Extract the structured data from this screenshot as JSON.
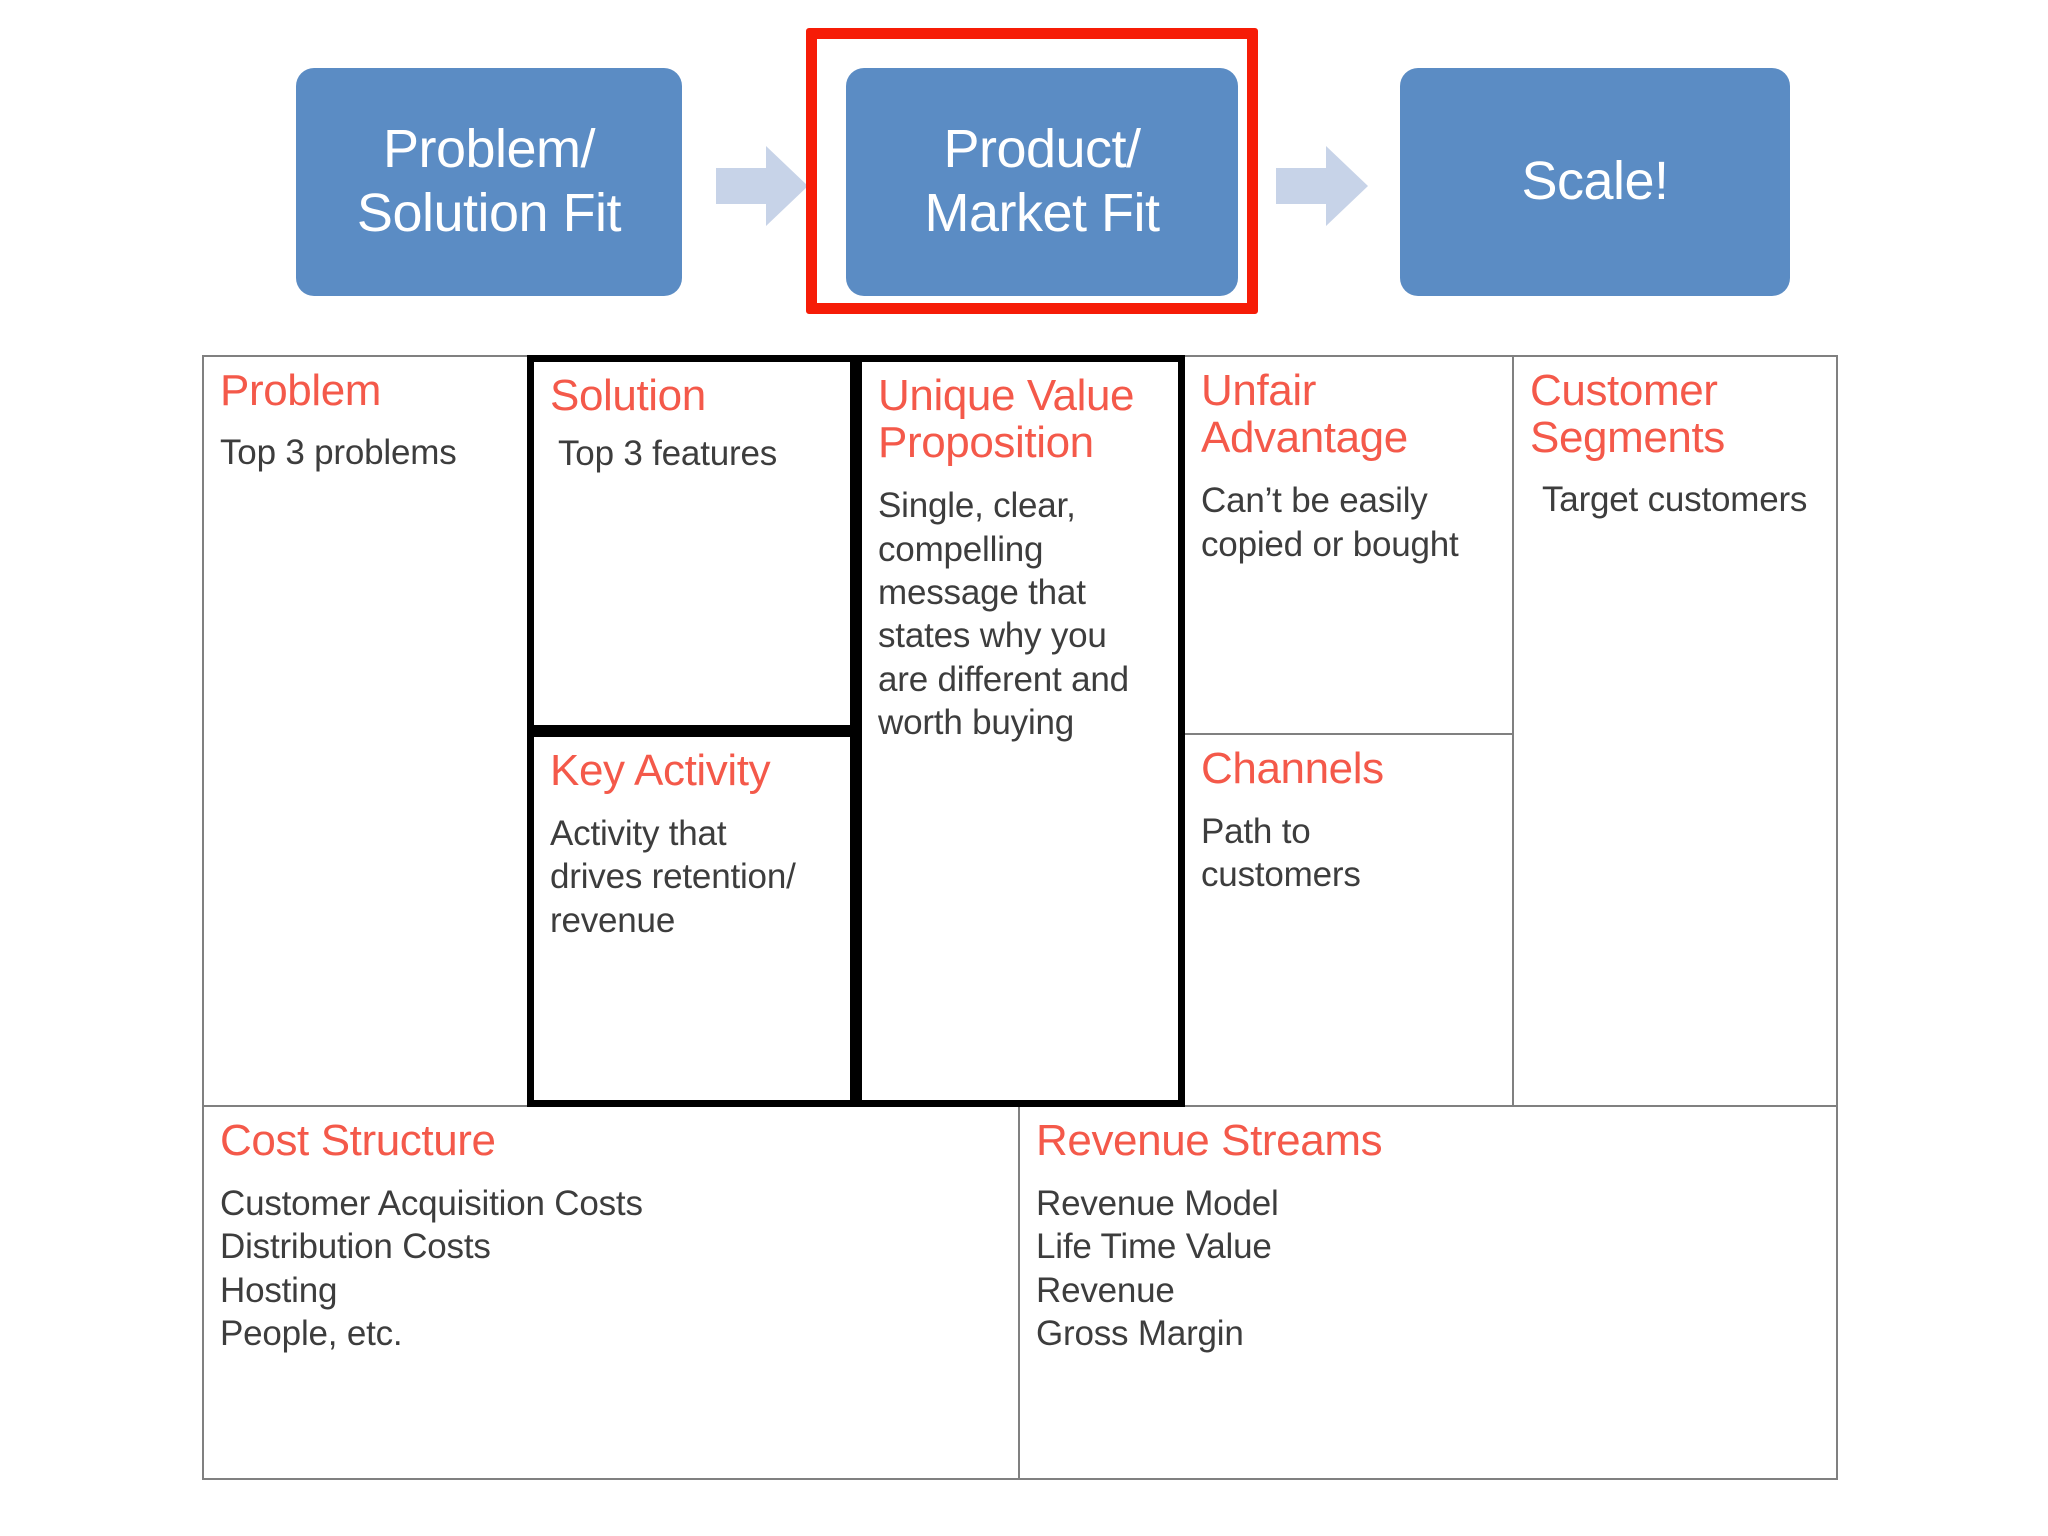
{
  "flow": {
    "stages": [
      {
        "label": "Problem/\nSolution Fit",
        "highlighted": false
      },
      {
        "label": "Product/\nMarket Fit",
        "highlighted": true
      },
      {
        "label": "Scale!",
        "highlighted": false
      }
    ],
    "arrows": [
      {
        "name": "arrow-right-icon-1"
      },
      {
        "name": "arrow-right-icon-2"
      }
    ],
    "colors": {
      "box_fill": "#5b8cc4",
      "box_text": "#ffffff",
      "highlight_border": "#f61c07",
      "arrow_fill": "#c7d3e8"
    }
  },
  "canvas": {
    "colors": {
      "title": "#f4594a",
      "body": "#3d3d3d",
      "border": "#808080",
      "border_emphasis": "#000000"
    },
    "cells": {
      "problem": {
        "title": "Problem",
        "body": "Top 3 problems"
      },
      "solution": {
        "title": "Solution",
        "body": "Top 3 features"
      },
      "key_activity": {
        "title": "Key Activity",
        "body": "Activity that\ndrives retention/\nrevenue"
      },
      "uvp": {
        "title": "Unique Value\nProposition",
        "body": "Single, clear,\ncompelling\nmessage that\nstates why you\nare different and\nworth buying"
      },
      "unfair_advantage": {
        "title": "Unfair\nAdvantage",
        "body": "Can’t be easily\ncopied or bought"
      },
      "channels": {
        "title": "Channels",
        "body": "Path to\ncustomers"
      },
      "customer_segments": {
        "title": "Customer\nSegments",
        "body": "Target customers"
      },
      "cost_structure": {
        "title": "Cost Structure",
        "body": "Customer Acquisition Costs\nDistribution Costs\nHosting\nPeople, etc."
      },
      "revenue_streams": {
        "title": "Revenue Streams",
        "body": "Revenue Model\nLife Time Value\nRevenue\nGross Margin"
      }
    }
  }
}
